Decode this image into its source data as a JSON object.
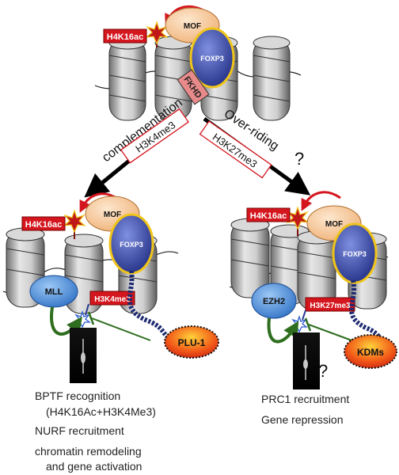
{
  "top": {
    "mark": "H4K16ac",
    "mof": "MOF",
    "foxp3": "FOXP3",
    "fkhd": "FKHD"
  },
  "branches": {
    "left_label": "complementation",
    "left_mark": "H3K4me3",
    "right_label": "Over-riding",
    "right_mark": "H3K27me3",
    "question": "?"
  },
  "left": {
    "mark": "H4K16ac",
    "mof": "MOF",
    "foxp3": "FOXP3",
    "writer": "MLL",
    "histone_mark": "H3K4me3",
    "demethylase": "PLU-1",
    "captions": [
      "BPTF recognition",
      "(H4K16Ac+H3K4Me3)",
      "NURF recruitment",
      "chromatin remodeling",
      "and gene activation"
    ]
  },
  "right": {
    "mark": "H4K16ac",
    "mof": "MOF",
    "foxp3": "FOXP3",
    "writer": "EZH2",
    "histone_mark": "H3K27me3",
    "demethylase": "KDMs",
    "question": "?",
    "captions": [
      "PRC1 recruitment",
      "Gene repression"
    ]
  },
  "colors": {
    "mark_red": "#d4161e",
    "mof_fill": "#f5c99a",
    "foxp3_blue": "#2f3f9c",
    "foxp3_ring": "#f0c419",
    "fkhd_fill": "#e88a8a",
    "writer_blue": "#4a8fd9",
    "arrow_green": "#2e6e1e",
    "demethylase_red": "#e03010",
    "nucleosome_grey": "#9a9a9a"
  }
}
